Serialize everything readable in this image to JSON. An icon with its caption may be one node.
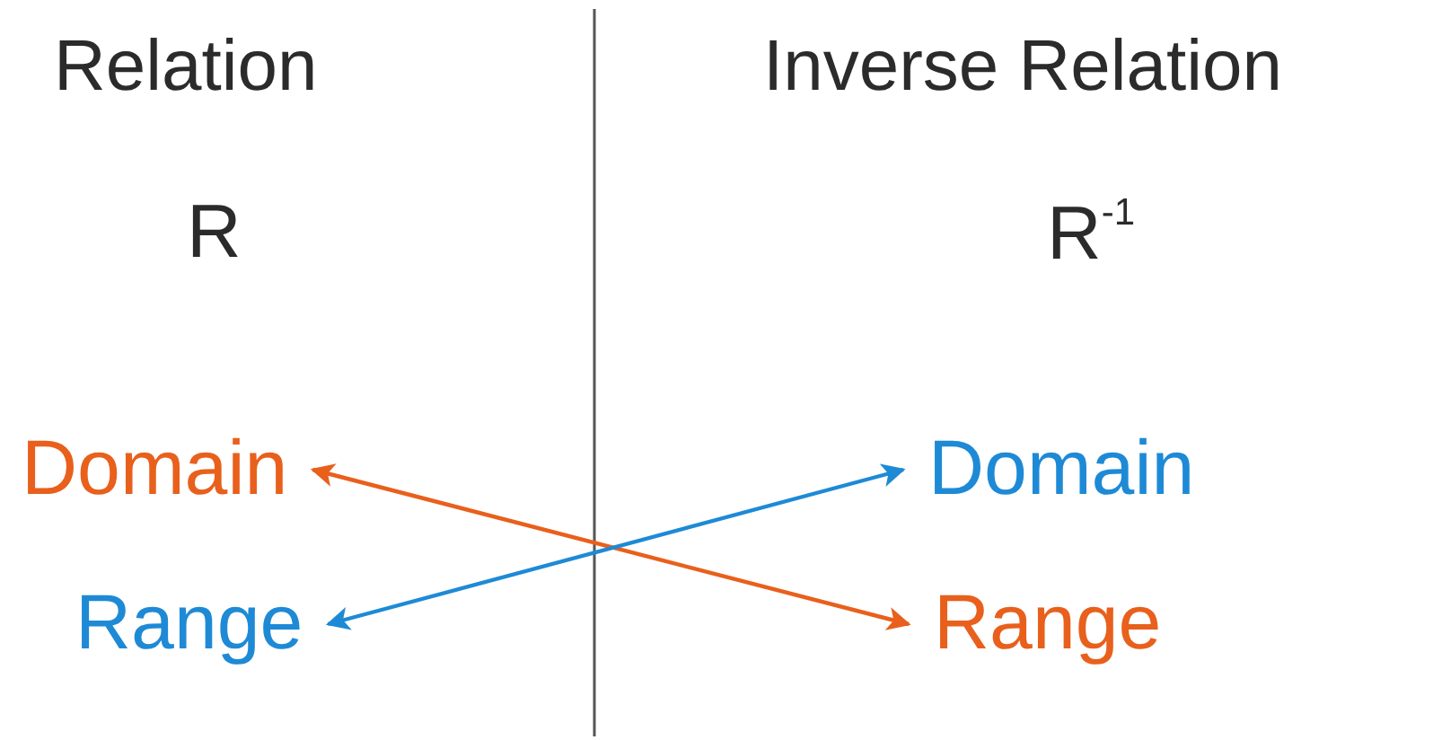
{
  "diagram": {
    "nodes": [
      {
        "text": [
          "Domain"
        ]
      },
      {
        "text": [
          "Range"
        ]
      },
      {
        "text": [
          "Domain"
        ]
      },
      {
        "text": [
          "Range"
        ]
      }
    ],
    "edges": [
      {
        "from": 0,
        "to": 3,
        "arrow": "both",
        "color": "#e8601c"
      },
      {
        "from": 1,
        "to": 2,
        "arrow": "both",
        "color": "#1e8ad6"
      }
    ],
    "labels": [
      "Relation",
      "R",
      "Inverse Relation",
      "R$^{-1}$"
    ]
  }
}
